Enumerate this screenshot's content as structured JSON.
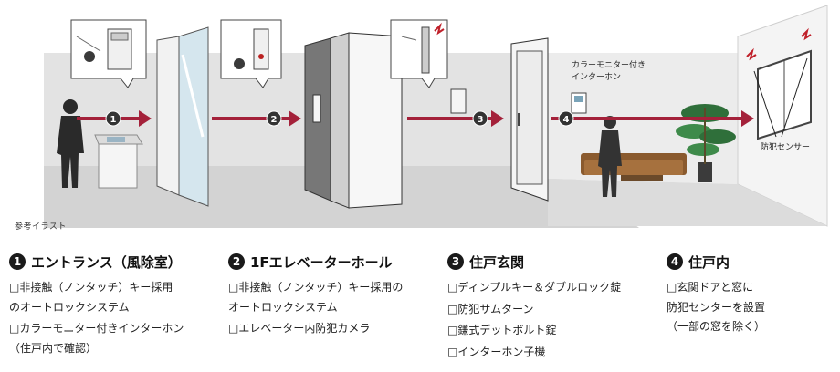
{
  "illustration": {
    "caption": "参考イラスト",
    "steps": [
      "1",
      "2",
      "3",
      "4"
    ],
    "labels": {
      "intercom": "カラーモニター付き\nインターホン",
      "sensor": "防犯センサー"
    }
  },
  "sections": [
    {
      "number": "1",
      "title": "エントランス（風除室）",
      "items": [
        "□非接触（ノンタッチ）キー採用\nのオートロックシステム",
        "□カラーモニター付きインターホン\n（住戸内で確認）"
      ]
    },
    {
      "number": "2",
      "title": "1Fエレベーターホール",
      "items": [
        "□非接触（ノンタッチ）キー採用の\nオートロックシステム",
        "□エレベーター内防犯カメラ"
      ]
    },
    {
      "number": "3",
      "title": "住戸玄関",
      "items": [
        "□ディンプルキー＆ダブルロック錠",
        "□防犯サムターン",
        "□鎌式デットボルト錠",
        "□インターホン子機"
      ]
    },
    {
      "number": "4",
      "title": "住戸内",
      "items": [
        "□玄関ドアと窓に\n防犯センターを設置\n（一部の窓を除く）"
      ]
    }
  ],
  "colors": {
    "arrow": "#a4213a",
    "wall": "#e3e3e3",
    "floor": "#d2d2d2",
    "dark": "#2a2a2a"
  }
}
